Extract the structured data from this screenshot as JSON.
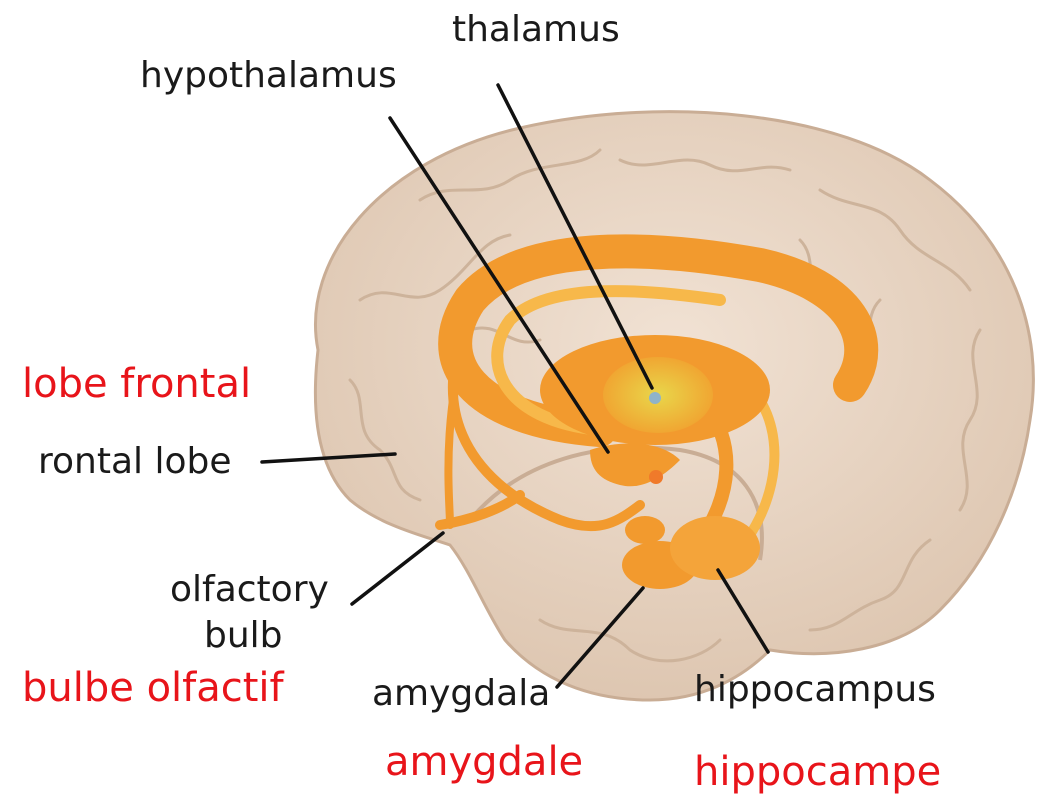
{
  "labels": {
    "thalamus": "thalamus",
    "hypothalamus": "hypothalamus",
    "frontal_lobe": "rontal lobe",
    "olfactory_bulb_line1": "olfactory",
    "olfactory_bulb_line2": "bulb",
    "amygdala": "amygdala",
    "hippocampus": "hippocampus"
  },
  "translations": {
    "frontal_lobe": "lobe frontal",
    "olfactory_bulb": "bulbe olfactif",
    "amygdala": "amygdale",
    "hippocampus": "hippocampe"
  },
  "colors": {
    "brain": "#ecd9c8",
    "brain_shadow": "#d9c1ac",
    "limbic": "#f29a2e",
    "limbic_light": "#f7b84a",
    "thalamus_core": "#e8c63a",
    "translation_text": "#e8141a",
    "label_text": "#1a1a1a"
  }
}
